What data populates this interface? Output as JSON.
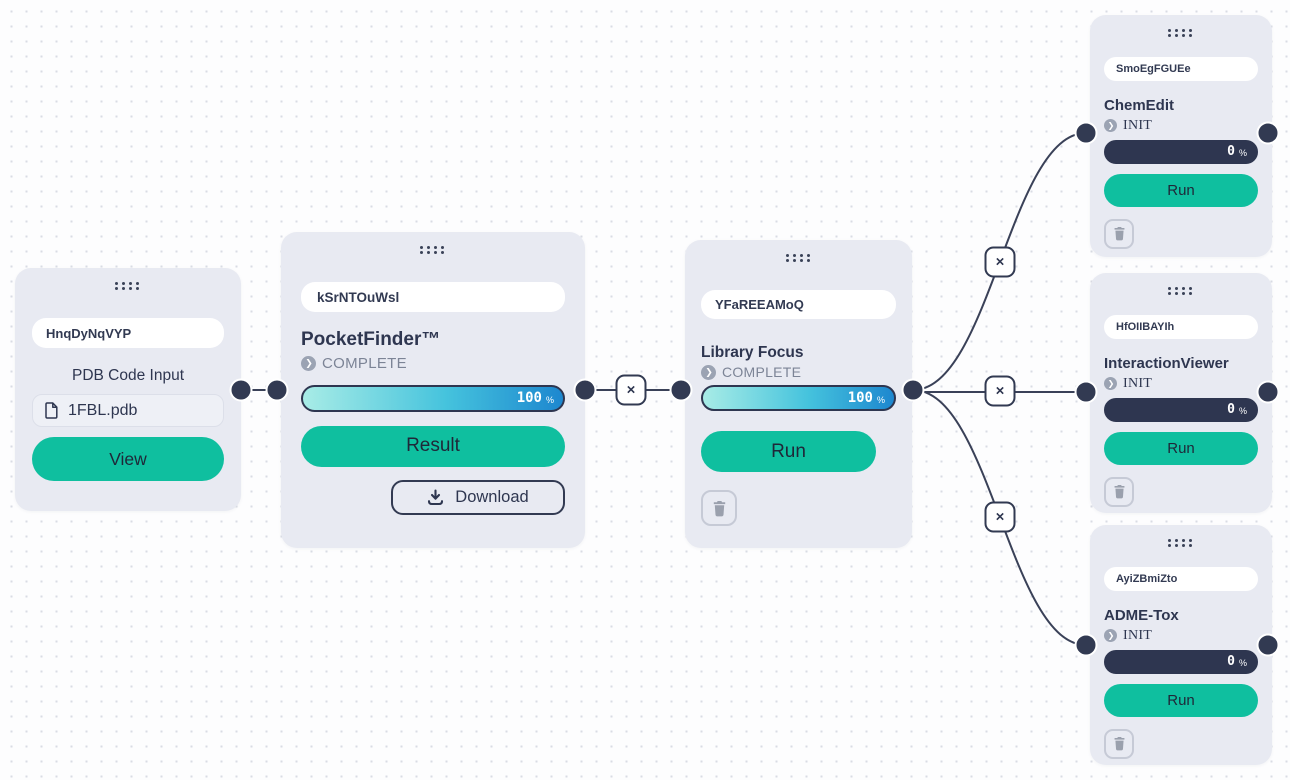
{
  "colors": {
    "accent_green": "#0fbf9f",
    "navy": "#2e3650",
    "card_bg": "#e8eaf2",
    "progress_gradient_from": "#a8ece6",
    "progress_gradient_to": "#1d87cf",
    "progress_empty": "#2e3650",
    "status_gray": "#7c8496"
  },
  "edges": {
    "remove_glyph": "×",
    "connections": [
      {
        "from": "pdb_input",
        "to": "pocket_finder",
        "removable": false
      },
      {
        "from": "pocket_finder",
        "to": "library_focus",
        "removable": true
      },
      {
        "from": "library_focus",
        "to": "chem_edit",
        "removable": true
      },
      {
        "from": "library_focus",
        "to": "interaction_viewer",
        "removable": true
      },
      {
        "from": "library_focus",
        "to": "adme_tox",
        "removable": true
      }
    ]
  },
  "nodes": {
    "pdb_input": {
      "name_field": "HnqDyNqVYP",
      "label": "PDB Code Input",
      "file_name": "1FBL.pdb",
      "view_button": "View"
    },
    "pocket_finder": {
      "name_field": "kSrNTOuWsl",
      "title": "PocketFinder™",
      "status": "COMPLETE",
      "status_chevron": "❯",
      "progress_value": "100",
      "progress_unit": "%",
      "result_button": "Result",
      "download_button": "Download"
    },
    "library_focus": {
      "name_field": "YFaREEAMoQ",
      "title": "Library Focus",
      "status": "COMPLETE",
      "status_chevron": "❯",
      "progress_value": "100",
      "progress_unit": "%",
      "run_button": "Run"
    },
    "chem_edit": {
      "name_field": "SmoEgFGUEe",
      "title": "ChemEdit",
      "status": "INIT",
      "status_chevron": "❯",
      "progress_value": "0",
      "progress_unit": "%",
      "run_button": "Run"
    },
    "interaction_viewer": {
      "name_field": "HfOIIBAYIh",
      "title": "InteractionViewer",
      "status": "INIT",
      "status_chevron": "❯",
      "progress_value": "0",
      "progress_unit": "%",
      "run_button": "Run"
    },
    "adme_tox": {
      "name_field": "AyiZBmiZto",
      "title": "ADME-Tox",
      "status": "INIT",
      "status_chevron": "❯",
      "progress_value": "0",
      "progress_unit": "%",
      "run_button": "Run"
    }
  }
}
